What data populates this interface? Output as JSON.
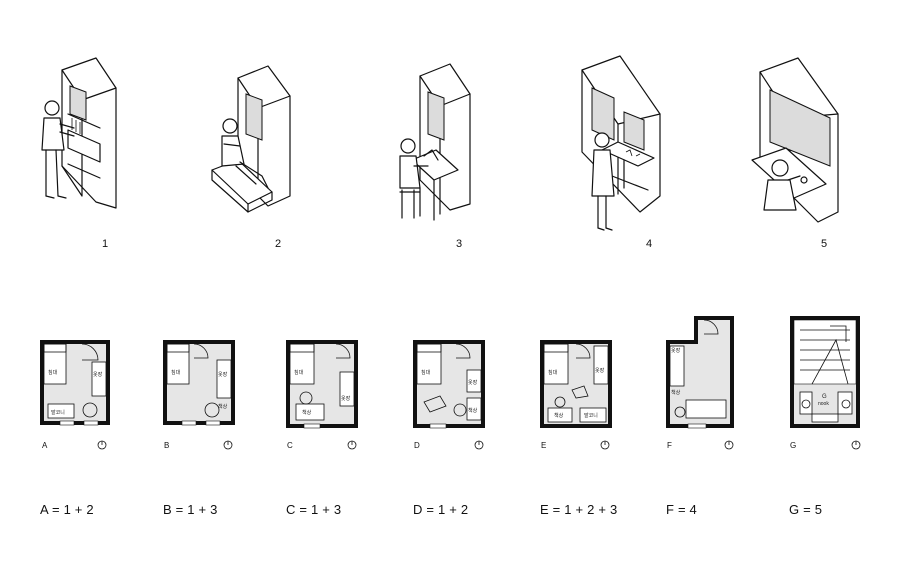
{
  "modules": [
    {
      "number": "1"
    },
    {
      "number": "2"
    },
    {
      "number": "3"
    },
    {
      "number": "4"
    },
    {
      "number": "5"
    }
  ],
  "plans": [
    {
      "letter": "A",
      "formula": "A = 1 + 2",
      "labels": [
        "침대",
        "옷장",
        "발코니"
      ]
    },
    {
      "letter": "B",
      "formula": "B = 1 + 3",
      "labels": [
        "침대",
        "옷장",
        "책상"
      ]
    },
    {
      "letter": "C",
      "formula": "C = 1 + 3",
      "labels": [
        "침대",
        "책상",
        "옷장"
      ]
    },
    {
      "letter": "D",
      "formula": "D = 1 + 2",
      "labels": [
        "침대",
        "옷장",
        "책상"
      ]
    },
    {
      "letter": "E",
      "formula": "E = 1 + 2 + 3",
      "labels": [
        "침대",
        "옷장",
        "책상",
        "발코니"
      ]
    },
    {
      "letter": "F",
      "formula": "F = 4",
      "labels": [
        "옷장",
        "책상"
      ]
    },
    {
      "letter": "G",
      "formula": "G = 5",
      "labels": [
        "G",
        "nook"
      ]
    }
  ]
}
